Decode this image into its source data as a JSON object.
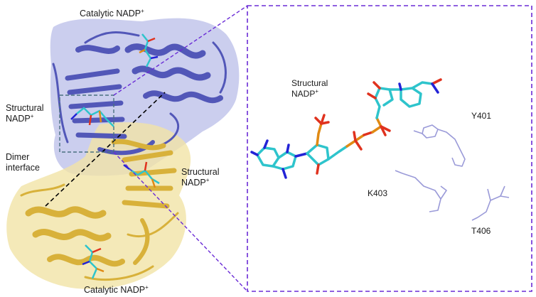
{
  "labels": {
    "catalytic_top": "Catalytic NADP",
    "catalytic_bottom": "Catalytic NADP",
    "structural_left_line1": "Structural",
    "structural_left_line2": "NADP",
    "dimer_line1": "Dimer",
    "dimer_line2": "interface",
    "structural_mid_line1": "Structural",
    "structural_mid_line2": "NADP",
    "inset_structural_line1": "Structural",
    "inset_structural_line2": "NADP",
    "charge": "+",
    "residue_y401": "Y401",
    "residue_k403": "K403",
    "residue_t406": "T406"
  },
  "colors": {
    "protein_chain_a": "#5257b8",
    "protein_chain_a_surface": "#b9bde8",
    "protein_chain_b": "#d8b13a",
    "protein_chain_b_surface": "#f1e4a6",
    "ligand_carbon": "#2ec4cc",
    "ligand_nitrogen": "#2323d6",
    "ligand_oxygen": "#e0321e",
    "ligand_phosphorus": "#e08a14",
    "residue_stick": "#9a9ad8",
    "zoom_box": "#6a2bd6",
    "dimer_line": "#000000",
    "inner_box": "#4a7080"
  }
}
